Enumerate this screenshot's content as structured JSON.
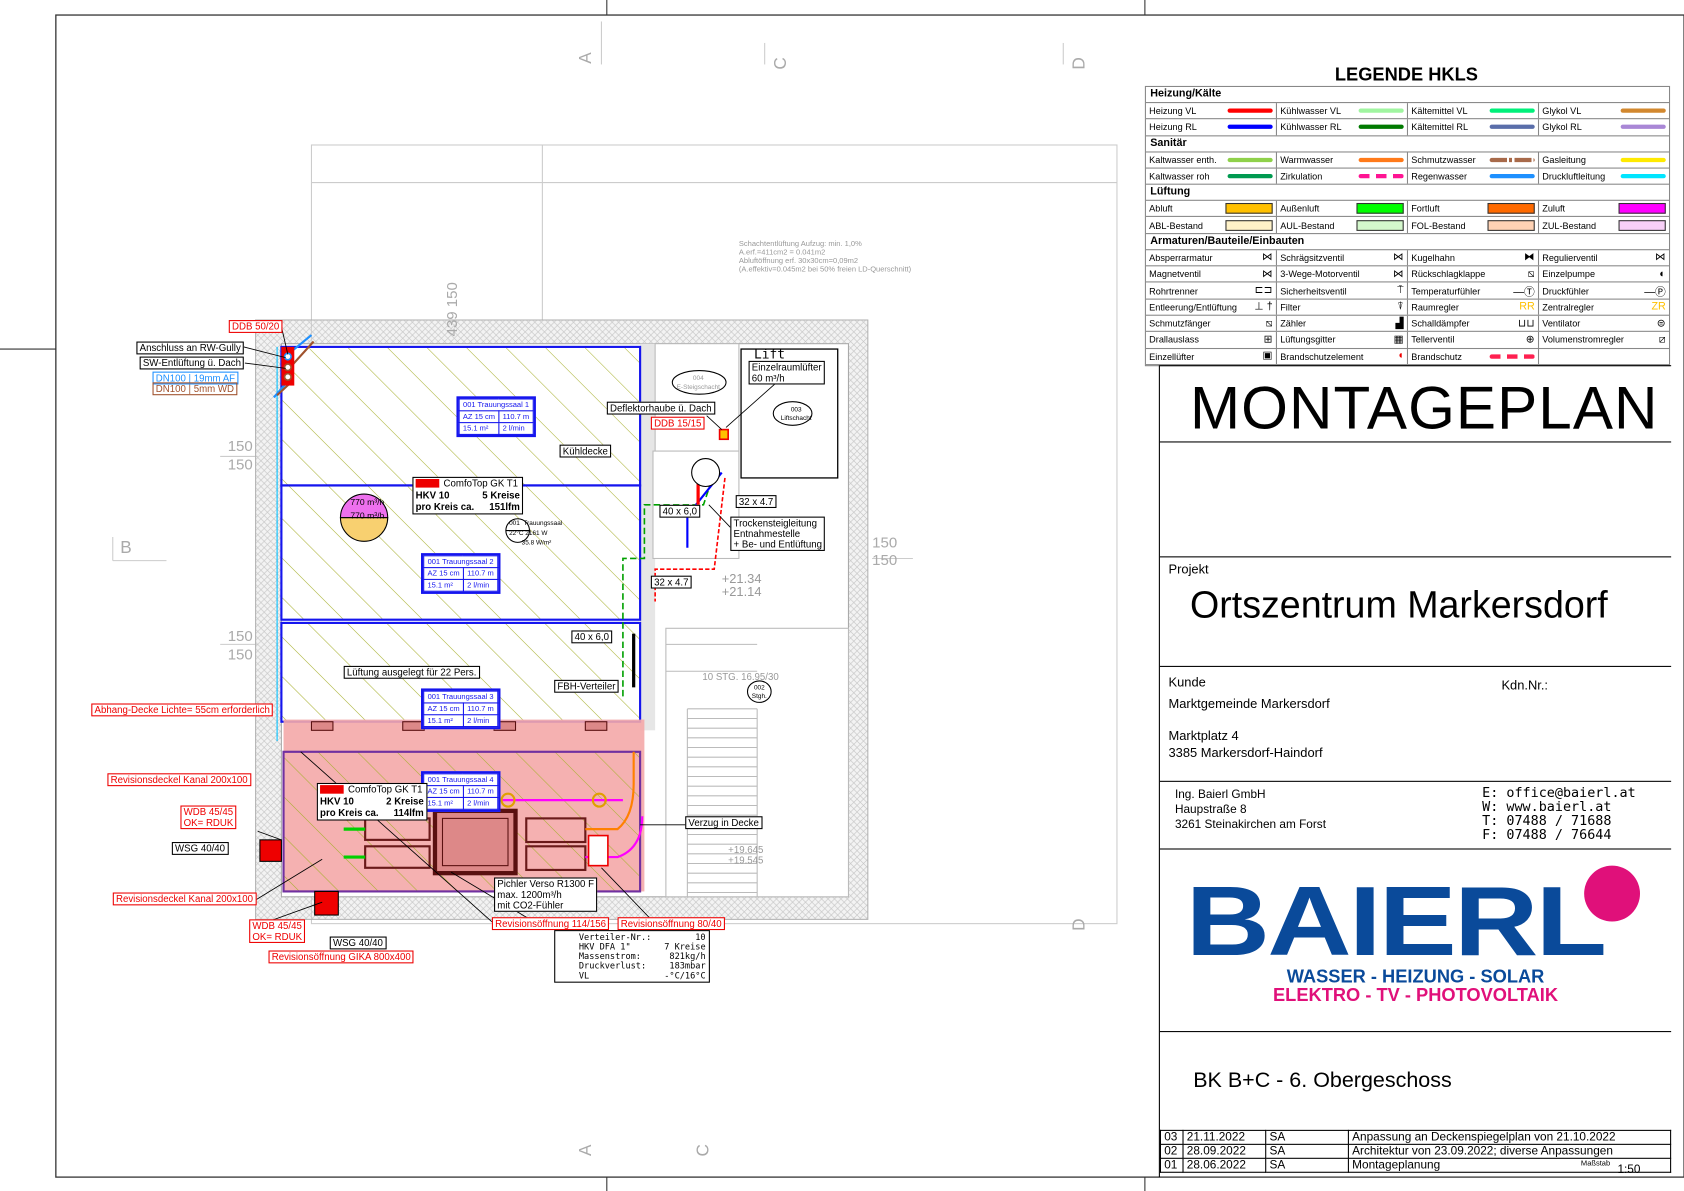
{
  "legend": {
    "title": "LEGENDE HKLS",
    "sections": [
      {
        "title": "Heizung/Kälte",
        "rows": [
          [
            {
              "label": "Heizung VL",
              "kind": "line",
              "color": "#ff0000"
            },
            {
              "label": "Kühlwasser VL",
              "kind": "line",
              "color": "#a0f5a0"
            },
            {
              "label": "Kältemittel VL",
              "kind": "line",
              "color": "#00f07a"
            },
            {
              "label": "Glykol VL",
              "kind": "line",
              "color": "#d2882f"
            }
          ],
          [
            {
              "label": "Heizung RL",
              "kind": "line",
              "color": "#0000ff"
            },
            {
              "label": "Kühlwasser RL",
              "kind": "line",
              "color": "#007a00"
            },
            {
              "label": "Kältemittel RL",
              "kind": "line",
              "color": "#5a6eaa"
            },
            {
              "label": "Glykol RL",
              "kind": "line",
              "color": "#a987d6"
            }
          ]
        ]
      },
      {
        "title": "Sanitär",
        "rows": [
          [
            {
              "label": "Kaltwasser enth.",
              "kind": "line",
              "color": "#8fd14a"
            },
            {
              "label": "Warmwasser",
              "kind": "line",
              "color": "#ff7a1a"
            },
            {
              "label": "Schmutzwasser",
              "kind": "dashdot",
              "color": "#a86a4a"
            },
            {
              "label": "Gasleitung",
              "kind": "line",
              "color": "#ffea00"
            }
          ],
          [
            {
              "label": "Kaltwasser roh",
              "kind": "line",
              "color": "#009a50"
            },
            {
              "label": "Zirkulation",
              "kind": "dash",
              "color": "#ff1493"
            },
            {
              "label": "Regenwasser",
              "kind": "line",
              "color": "#1e90ff"
            },
            {
              "label": "Druckluftleitung",
              "kind": "line",
              "color": "#00e5ff"
            }
          ]
        ]
      },
      {
        "title": "Lüftung",
        "rows": [
          [
            {
              "label": "Abluft",
              "kind": "box",
              "color": "#ffc000"
            },
            {
              "label": "Außenluft",
              "kind": "box",
              "color": "#00ff00"
            },
            {
              "label": "Fortluft",
              "kind": "box",
              "color": "#ff6a00"
            },
            {
              "label": "Zuluft",
              "kind": "box",
              "color": "#ff00ff"
            }
          ],
          [
            {
              "label": "ABL-Bestand",
              "kind": "box",
              "color": "#fff2c8"
            },
            {
              "label": "AUL-Bestand",
              "kind": "box",
              "color": "#d4f8cc"
            },
            {
              "label": "FOL-Bestand",
              "kind": "box",
              "color": "#ffd2b4"
            },
            {
              "label": "ZUL-Bestand",
              "kind": "box",
              "color": "#f8d0f8"
            }
          ]
        ]
      },
      {
        "title": "Armaturen/Bauteile/Einbauten",
        "rows": [
          [
            {
              "label": "Absperrarmatur",
              "kind": "icon",
              "icon": "⋈"
            },
            {
              "label": "Schrägsitzventil",
              "kind": "icon",
              "icon": "⋈"
            },
            {
              "label": "Kugelhahn",
              "kind": "icon",
              "icon": "⧓"
            },
            {
              "label": "Regulierventil",
              "kind": "icon",
              "icon": "⋈"
            }
          ],
          [
            {
              "label": "Magnetventil",
              "kind": "icon",
              "icon": "⋈"
            },
            {
              "label": "3-Wege-Motorventil",
              "kind": "icon",
              "icon": "⋈"
            },
            {
              "label": "Rückschlagklappe",
              "kind": "icon",
              "icon": "⧅"
            },
            {
              "label": "Einzelpumpe",
              "kind": "icon",
              "icon": "◐"
            }
          ],
          [
            {
              "label": "Rohrtrenner",
              "kind": "icon",
              "icon": "⊏⊐"
            },
            {
              "label": "Sicherheitsventil",
              "kind": "icon",
              "icon": "⍑"
            },
            {
              "label": "Temperaturfühler",
              "kind": "icon",
              "icon": "—Ⓣ"
            },
            {
              "label": "Druckfühler",
              "kind": "icon",
              "icon": "—Ⓟ"
            }
          ],
          [
            {
              "label": "Entleerung/Entlüftung",
              "kind": "icon",
              "icon": "⊥ †"
            },
            {
              "label": "Filter",
              "kind": "icon",
              "icon": "⍒"
            },
            {
              "label": "Raumregler",
              "kind": "icon",
              "icon": "RR",
              "color": "#ffc000"
            },
            {
              "label": "Zentralregler",
              "kind": "icon",
              "icon": "ZR",
              "color": "#ffc000"
            }
          ],
          [
            {
              "label": "Schmutzfänger",
              "kind": "icon",
              "icon": "⧅"
            },
            {
              "label": "Zähler",
              "kind": "icon",
              "icon": "▟"
            },
            {
              "label": "Schalldämpfer",
              "kind": "icon",
              "icon": "⊔⊔"
            },
            {
              "label": "Ventilator",
              "kind": "icon",
              "icon": "⊜"
            }
          ],
          [
            {
              "label": "Drallauslass",
              "kind": "icon",
              "icon": "⊞"
            },
            {
              "label": "Lüftungsgitter",
              "kind": "icon",
              "icon": "▦"
            },
            {
              "label": "Tellerventil",
              "kind": "icon",
              "icon": "⊕"
            },
            {
              "label": "Volumenstromregler",
              "kind": "icon",
              "icon": "⧄"
            }
          ],
          [
            {
              "label": "Einzellüfter",
              "kind": "icon",
              "icon": "▣"
            },
            {
              "label": "Brandschutzelement",
              "kind": "icon",
              "icon": "◖",
              "color": "#e00"
            },
            {
              "label": "Brandschutz",
              "kind": "dash",
              "color": "#ff2050"
            },
            {
              "label": "",
              "kind": "none"
            }
          ]
        ]
      }
    ]
  },
  "title_block": {
    "plan_type": "MONTAGEPLAN",
    "project_label": "Projekt",
    "project_name": "Ortszentrum Markersdorf",
    "client_label": "Kunde",
    "client_no_label": "Kdn.Nr.:",
    "client_name": "Marktgemeinde Markersdorf",
    "client_street": "Marktplatz 4",
    "client_city": "3385 Markersdorf-Haindorf",
    "company_name": "Ing. Baierl GmbH",
    "company_street": "Haupstraße 8",
    "company_city": "3261 Steinakirchen am Forst",
    "email": "E: office@baierl.at",
    "web": "W: www.baierl.at",
    "phone": "T: 07488 / 71688",
    "fax": "F: 07488 / 76644",
    "logo_text": "BAIERL",
    "tagline_1": "WASSER - HEIZUNG - SOLAR",
    "tagline_2": "ELEKTRO - TV - PHOTOVOLTAIK",
    "drawing_title": "BK B+C - 6. Obergeschoss",
    "scale_label": "Maßstab",
    "scale": "1:50",
    "revisions": [
      {
        "no": "03",
        "date": "21.11.2022",
        "by": "SA",
        "text": "Anpassung an Deckenspiegelplan von 21.10.2022"
      },
      {
        "no": "02",
        "date": "28.09.2022",
        "by": "SA",
        "text": "Architektur von 23.09.2022; diverse Anpassungen"
      },
      {
        "no": "01",
        "date": "28.06.2022",
        "by": "SA",
        "text": "Montageplanung"
      }
    ]
  },
  "plan": {
    "grid_letters": {
      "a_top": "A",
      "c_top": "C",
      "d_top": "D",
      "b_left": "B",
      "a_bottom": "A",
      "c_bottom": "C",
      "d_bottom": "D"
    },
    "dims": {
      "d1": "150",
      "d2": "150",
      "d3": "150",
      "d4": "150",
      "d5": "150",
      "d6": "150",
      "d7": "439 150"
    },
    "labels": {
      "ddb5020": "DDB 50/20",
      "rwgully": "Anschluss an RW-Gully",
      "swentl": "SW-Entlüftung ü. Dach",
      "dn100af": "DN100 | 19mm AF",
      "dn100wd": "DN100 | 5mm WD",
      "kuehldecke": "Kühldecke",
      "deflektor": "Deflektorhaube ü. Dach",
      "ddb1515": "DDB 15/15",
      "lueftung22": "Lüftung ausgelegt für 22 Pers.",
      "fbh": "FBH-Verteiler",
      "abhang": "Abhang-Decke Lichte= 55cm erforderlich",
      "revdeckel1": "Revisionsdeckel Kanal 200x100",
      "wsg1": "WSG 40/40",
      "revdeckel2": "Revisionsdeckel Kanal 200x100",
      "wsg2": "WSG 40/40",
      "gika": "Revisionsöffnung GIKA 800x400",
      "rev114": "Revisionsöffnung 114/156",
      "rev80": "Revisionsöffnung 80/40",
      "verzug": "Verzug in Decke",
      "d32a": "32 x 4.7",
      "d40a": "40 x 6,0",
      "d32b": "32 x 4.7",
      "d40b": "40 x 6,0"
    },
    "multi_labels": {
      "einzelraum": [
        "Einzelraumlüfter",
        "60 m³/h"
      ],
      "wdb1": [
        "WDB 45/45",
        "OK= RDUK"
      ],
      "wdb2": [
        "WDB 45/45",
        "OK= RDUK"
      ],
      "trocken": [
        "Trockensteigleitung",
        "Entnahmestelle",
        "+ Be- und Entlüftung"
      ],
      "pichler": [
        "Pichler Verso R1300 F",
        "max. 1200m³/h",
        "mit CO2-Fühler"
      ],
      "schacht": [
        "Schachtentlüftung Aufzug: min. 1,0%",
        "A.erf.=411cm2 = 0.041m2",
        "Abluftöffnung erf. 30x30cm=0,09m2",
        "(A.effektiv=0.045m2 bei 50% freien LD-Querschnitt)"
      ]
    },
    "lift": "Lift",
    "oval_004": [
      "004",
      "E-Steigschacht"
    ],
    "oval_003": [
      "003",
      "Liftschacht"
    ],
    "oval_002": [
      "002",
      "Stgh."
    ],
    "levels": {
      "l1": "+21.34",
      "l2": "+21.14",
      "l3": "+19.645",
      "l4": "+19.545",
      "stairs": "10 STG. 16.95/30"
    },
    "airflow": {
      "top": "770 m³/h",
      "bottom": "770 m³/h"
    },
    "room_tag": {
      "no": "001",
      "temp": "22°C",
      "name": "Trauungssaal",
      "power": "2161 W",
      "density": "35.8 W/m²"
    },
    "circuit_tables": [
      {
        "title": "001  Trauungssaal 1",
        "az": "AZ 15 cm",
        "len": "110.7 m",
        "area": "15.1 m²",
        "flow": "2 l/min"
      },
      {
        "title": "001  Trauungssaal 2",
        "az": "AZ 15 cm",
        "len": "110.7 m",
        "area": "15.1 m²",
        "flow": "2 l/min"
      },
      {
        "title": "001  Trauungssaal 3",
        "az": "AZ 15 cm",
        "len": "110.7 m",
        "area": "15.1 m²",
        "flow": "2 l/min"
      },
      {
        "title": "001  Trauungssaal 4",
        "az": "AZ 15 cm",
        "len": "110.7 m",
        "area": "15.1 m²",
        "flow": "2 l/min"
      }
    ],
    "hkv_boxes": [
      {
        "head": "ComfoTop GK T1",
        "l1a": "HKV 10",
        "l1b": "5 Kreise",
        "l2a": "pro Kreis ca.",
        "l2b": "151lfm"
      },
      {
        "head": "ComfoTop GK T1",
        "l1a": "HKV 10",
        "l1b": "2 Kreise",
        "l2a": "pro Kreis ca.",
        "l2b": "114lfm"
      }
    ],
    "verteiler": [
      [
        "Verteiler-Nr.:",
        "10"
      ],
      [
        "HKV DFA 1\"",
        "7 Kreise"
      ],
      [
        "Massenstrom:",
        "821kg/h"
      ],
      [
        "Druckverlust:",
        "183mbar"
      ],
      [
        "VL",
        "-°C/16°C"
      ]
    ]
  }
}
